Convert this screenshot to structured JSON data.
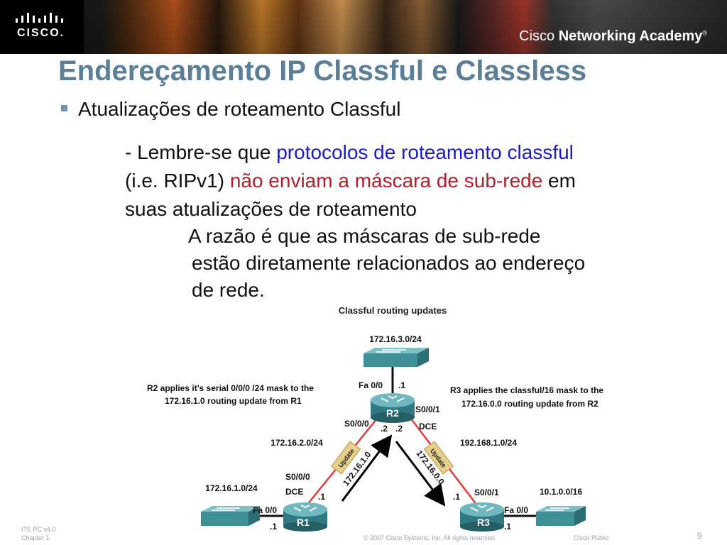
{
  "banner": {
    "logo_text": "CISCO.",
    "academy_part1": "Cisco",
    "academy_part2": "Networking Academy",
    "academy_mark": "®"
  },
  "slide": {
    "title": "Endereçamento IP Classful e Classless",
    "bullet": "Atualizações de roteamento Classful",
    "p1_a": "- Lembre-se que ",
    "p1_b": "protocolos de roteamento classful",
    "p2_a": "(i.e. RIPv1) ",
    "p2_b": "não enviam a máscara de sub-rede",
    "p2_c": " em",
    "p3": "suas atualizações de roteamento",
    "p4": "A razão é que as máscaras de sub-rede",
    "p5": "estão diretamente relacionados ao endereço",
    "p6": "de rede."
  },
  "diagram": {
    "title": "Classful routing updates",
    "net_top": "172.16.3.0/24",
    "net_left": "172.16.1.0/24",
    "net_right": "10.1.0.0/16",
    "link_r1r2": "172.16.2.0/24",
    "link_r2r3": "192.168.1.0/24",
    "r2_label": "R2",
    "r1_label": "R1",
    "r3_label": "R3",
    "r2_fa": "Fa 0/0",
    "r2_fa_ip": ".1",
    "r2_s000": "S0/0/0",
    "r2_s001": "S0/0/1",
    "r2_dce": "DCE",
    "r2_ip_left": ".2",
    "r2_ip_right": ".2",
    "r1_s000": "S0/0/0",
    "r1_dce": "DCE",
    "r1_ip_serial": ".1",
    "r1_fa": "Fa 0/0",
    "r1_fa_ip": ".1",
    "r3_s001": "S0/0/1",
    "r3_ip_serial": ".1",
    "r3_fa": "Fa 0/0",
    "r3_fa_ip": ".1",
    "update_label": "Update",
    "update_left_route": "172.16.1.0",
    "update_right_route": "172.16.0.0",
    "note_left_1": "R2 applies it's serial 0/0/0 /24 mask to the",
    "note_left_2": "172.16.1.0 routing update from R1",
    "note_right_1": "R3 applies the classful/16 mask to the",
    "note_right_2": "172.16.0.0 routing update from R2"
  },
  "footer": {
    "course": "ITE PC v4.0",
    "chapter": "Chapter 1",
    "copyright": "© 2007 Cisco Systems, Inc. All rights reserved.",
    "classification": "Cisco Public",
    "page": "9"
  },
  "colors": {
    "title": "#5b7f97",
    "blue_text": "#1a1ad6",
    "red_text": "#b01f2a",
    "router": "#2f7a82",
    "serial_link": "#e03a3a"
  }
}
